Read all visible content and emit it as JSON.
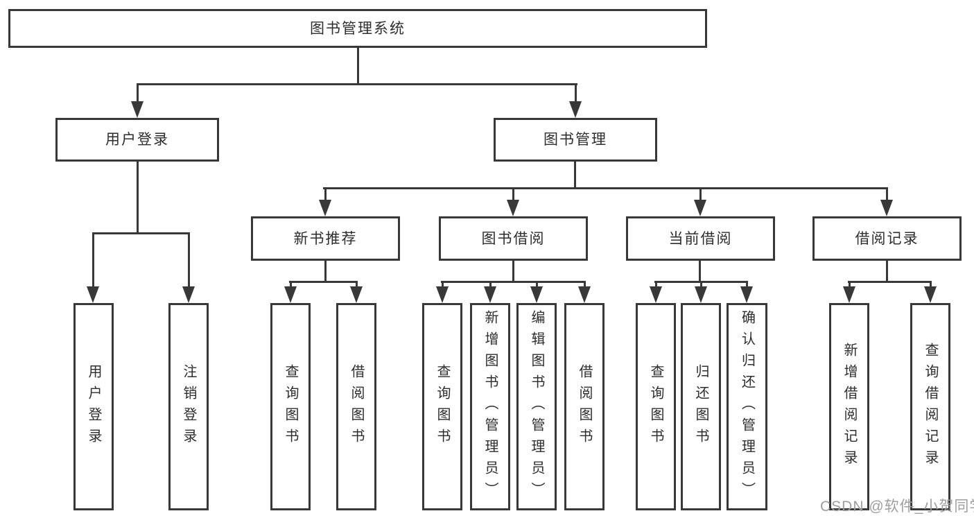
{
  "nodes": {
    "root": "图书管理系统",
    "level2": [
      "用户登录",
      "图书管理"
    ],
    "level3": [
      "新书推荐",
      "图书借阅",
      "当前借阅",
      "借阅记录"
    ],
    "leaves": {
      "user_login": [
        "用户登录",
        "注销登录"
      ],
      "new_book_recommend": [
        "查询图书",
        "借阅图书"
      ],
      "book_borrow": [
        "查询图书",
        "新增图书（管理员）",
        "编辑图书（管理员）",
        "借阅图书"
      ],
      "current_borrow": [
        "查询图书",
        "归还图书",
        "确认归还（管理员）"
      ],
      "borrow_records": [
        "新增借阅记录",
        "查询借阅记录"
      ]
    }
  },
  "watermark": "CSDN @软件_小贺同学",
  "colors": {
    "line": "#383838",
    "text": "#2d2d2d",
    "watermark": "#9e9e9e",
    "background": "#ffffff"
  }
}
